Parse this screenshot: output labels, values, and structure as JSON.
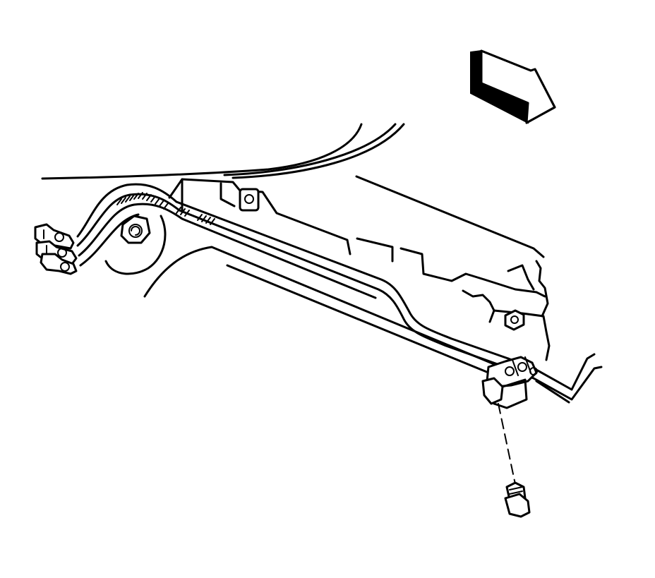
{
  "figure": {
    "kind": "service-manual line illustration",
    "colors": {
      "line": "#000000",
      "background": "#ffffff"
    },
    "parts": [
      "direction-arrow",
      "vehicle-body-panel",
      "frame-rail",
      "fuel-and-brake-lines",
      "line-retaining-clips",
      "wheel-hub-nut",
      "mounting-bolt"
    ]
  }
}
